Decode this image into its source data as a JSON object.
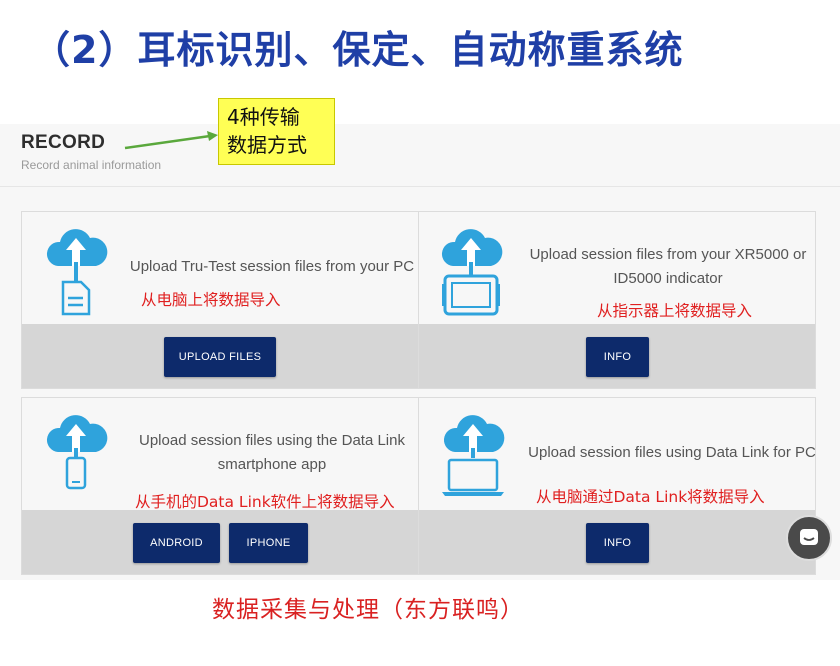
{
  "slide": {
    "title": "（2）耳标识别、保定、自动称重系统",
    "callout_line1": "4种传输",
    "callout_line2": "数据方式",
    "caption": "数据采集与处理（东方联鸣）"
  },
  "header": {
    "title": "RECORD",
    "subtitle": "Record animal information"
  },
  "cards": [
    {
      "text_line1": "Upload Tru-Test session files from your PC",
      "text_line2": "",
      "note": "从电脑上将数据导入",
      "buttons": [
        "UPLOAD FILES"
      ],
      "icon": "document-icon"
    },
    {
      "text_line1": "Upload session files from your XR5000 or",
      "text_line2": "ID5000 indicator",
      "note": "从指示器上将数据导入",
      "buttons": [
        "INFO"
      ],
      "icon": "indicator-device-icon"
    },
    {
      "text_line1": "Upload session files using the Data Link",
      "text_line2": "smartphone app",
      "note": "从手机的Data Link软件上将数据导入",
      "buttons": [
        "ANDROID",
        "IPHONE"
      ],
      "icon": "smartphone-icon"
    },
    {
      "text_line1": "Upload session files using Data Link for PC",
      "text_line2": "",
      "note": "从电脑通过Data Link将数据导入",
      "buttons": [
        "INFO"
      ],
      "icon": "laptop-icon"
    }
  ],
  "colors": {
    "title_blue": "#1f3fa6",
    "button_navy": "#0d2a6b",
    "icon_blue": "#2fa3dc",
    "note_red": "#e02020",
    "callout_yellow": "#ffff55"
  }
}
